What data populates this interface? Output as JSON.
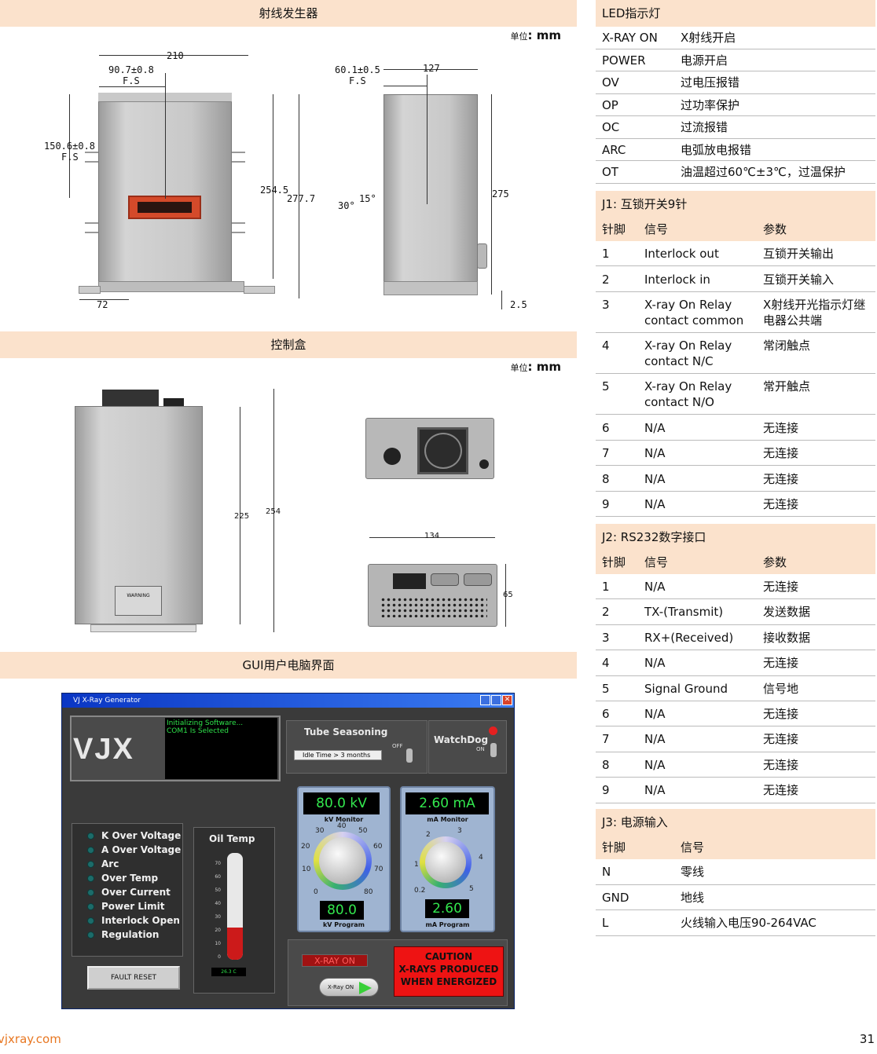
{
  "sections": {
    "generator": "射线发生器",
    "control_box": "控制盒",
    "gui": "GUI用户电脑界面"
  },
  "unit": {
    "label": "单位",
    "value": ": mm"
  },
  "generator_dims": {
    "d210": "210",
    "d907": "90.7±0.8",
    "fs1": "F.S",
    "d1506": "150.6±0.8",
    "fs2": "F.S",
    "d2545": "254.5",
    "d2777": "277.7",
    "d72": "72",
    "d601": "60.1±0.5",
    "fs3": "F.S",
    "d127": "127",
    "d275": "275",
    "d25": "2.5",
    "a30": "30°",
    "a15": "15°"
  },
  "control_dims": {
    "d225": "225",
    "d254": "254",
    "d134": "134",
    "d65": "65",
    "warning": "WARNING"
  },
  "gui": {
    "title": "VJ X-Ray Generator",
    "logo": "VJX",
    "console": [
      "Initializing Software...",
      "COM1 Is Selected"
    ],
    "tube_seasoning": "Tube Seasoning",
    "idle_time": "Idle Time > 3 months",
    "off": "OFF",
    "watchdog": "WatchDog",
    "on": "ON",
    "faults": [
      "K Over Voltage",
      "A Over Voltage",
      "Arc",
      "Over Temp",
      "Over Current",
      "Power Limit",
      "Interlock Open",
      "Regulation"
    ],
    "fault_reset": "FAULT RESET",
    "oil_temp": "Oil Temp",
    "oil_temp_value": "26.3 C",
    "thermo_ticks": [
      "70",
      "60",
      "50",
      "40",
      "30",
      "20",
      "10",
      "0"
    ],
    "thermo_level": 0.3,
    "kv_monitor": "80.0 kV",
    "kv_monitor_label": "kV Monitor",
    "kv_scale": [
      "0",
      "10",
      "20",
      "30",
      "40",
      "50",
      "60",
      "70",
      "80"
    ],
    "kv_program": "80.0",
    "kv_program_label": "kV Program",
    "ma_monitor": "2.60 mA",
    "ma_monitor_label": "mA Monitor",
    "ma_scale": [
      "0.2",
      "1",
      "2",
      "3",
      "4",
      "5"
    ],
    "ma_program": "2.60",
    "ma_program_label": "mA Program",
    "xray_on_indicator": "X-RAY ON",
    "xray_on_button": "X-Ray ON",
    "caution": [
      "CAUTION",
      "X-RAYS PRODUCED",
      "WHEN ENERGIZED"
    ]
  },
  "led_table": {
    "title": "LED指示灯",
    "rows": [
      [
        "X-RAY ON",
        "X射线开启"
      ],
      [
        "POWER",
        "电源开启"
      ],
      [
        "OV",
        "过电压报错"
      ],
      [
        "OP",
        "过功率保护"
      ],
      [
        "OC",
        "过流报错"
      ],
      [
        "ARC",
        "电弧放电报错"
      ],
      [
        "OT",
        "油温超过60℃±3℃，过温保护"
      ]
    ]
  },
  "j1": {
    "title": "J1: 互锁开关9针",
    "headers": [
      "针脚",
      "信号",
      "参数"
    ],
    "rows": [
      [
        "1",
        "Interlock out",
        "互锁开关输出"
      ],
      [
        "2",
        "Interlock in",
        "互锁开关输入"
      ],
      [
        "3",
        "X-ray On Relay contact common",
        "X射线开光指示灯继电器公共端"
      ],
      [
        "4",
        "X-ray On Relay contact N/C",
        "常闭触点"
      ],
      [
        "5",
        "X-ray On Relay contact N/O",
        "常开触点"
      ],
      [
        "6",
        "N/A",
        "无连接"
      ],
      [
        "7",
        "N/A",
        "无连接"
      ],
      [
        "8",
        "N/A",
        "无连接"
      ],
      [
        "9",
        "N/A",
        "无连接"
      ]
    ]
  },
  "j2": {
    "title": "J2: RS232数字接口",
    "headers": [
      "针脚",
      "信号",
      "参数"
    ],
    "rows": [
      [
        "1",
        "N/A",
        "无连接"
      ],
      [
        "2",
        "TX-(Transmit)",
        "发送数据"
      ],
      [
        "3",
        "RX+(Received)",
        "接收数据"
      ],
      [
        "4",
        "N/A",
        "无连接"
      ],
      [
        "5",
        "Signal Ground",
        "信号地"
      ],
      [
        "6",
        "N/A",
        "无连接"
      ],
      [
        "7",
        "N/A",
        "无连接"
      ],
      [
        "8",
        "N/A",
        "无连接"
      ],
      [
        "9",
        "N/A",
        "无连接"
      ]
    ]
  },
  "j3": {
    "title": "J3: 电源输入",
    "headers": [
      "针脚",
      "信号"
    ],
    "rows": [
      [
        "N",
        "零线"
      ],
      [
        "GND",
        "地线"
      ],
      [
        "L",
        "火线输入电压90-264VAC"
      ]
    ]
  },
  "footer": {
    "site": "vjxray.com",
    "page": "31"
  }
}
